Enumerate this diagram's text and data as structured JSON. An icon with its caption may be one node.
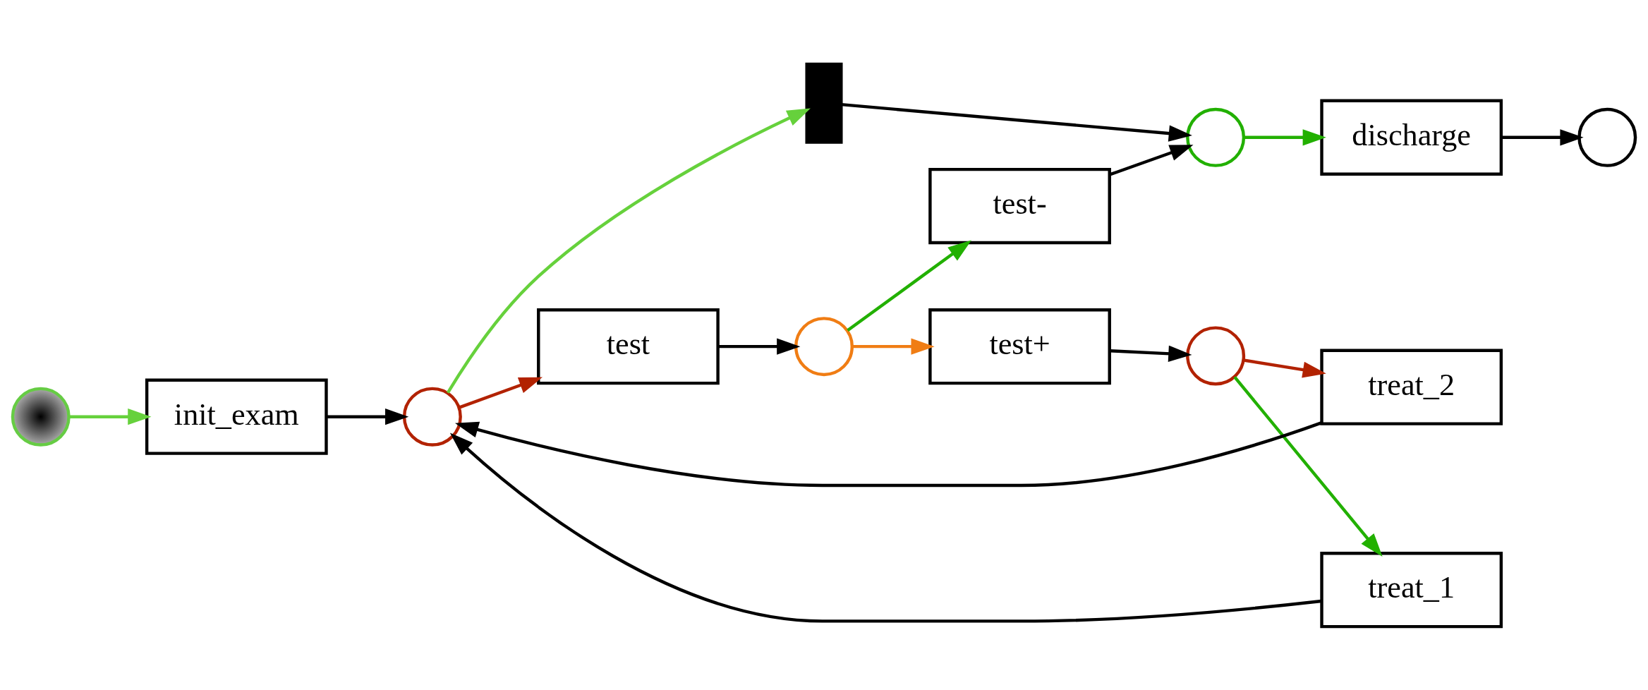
{
  "diagram": {
    "nodes": [
      {
        "text": [],
        "shape": "circle"
      },
      {
        "text": [
          "init_exam"
        ]
      },
      {
        "text": [],
        "shape": "circle"
      },
      {
        "text": [],
        "shape": "bar"
      },
      {
        "text": [
          "test"
        ]
      },
      {
        "text": [],
        "shape": "circle"
      },
      {
        "text": [
          "test-"
        ]
      },
      {
        "text": [],
        "shape": "circle"
      },
      {
        "text": [
          "discharge"
        ]
      },
      {
        "text": [],
        "shape": "circle"
      },
      {
        "text": [
          "test+"
        ]
      },
      {
        "text": [],
        "shape": "circle"
      },
      {
        "text": [
          "treat_2"
        ]
      },
      {
        "text": [
          "treat_1"
        ]
      }
    ],
    "edges": [
      {
        "from": 0,
        "to": 1,
        "arrow": "to",
        "color": "#66d13c"
      },
      {
        "from": 1,
        "to": 2,
        "arrow": "to"
      },
      {
        "from": 2,
        "to": 3,
        "arrow": "to",
        "color": "#66d13c"
      },
      {
        "from": 2,
        "to": 4,
        "arrow": "to",
        "color": "#b22200"
      },
      {
        "from": 3,
        "to": 7,
        "arrow": "to"
      },
      {
        "from": 4,
        "to": 5,
        "arrow": "to"
      },
      {
        "from": 5,
        "to": 6,
        "arrow": "to",
        "color": "#22b000"
      },
      {
        "from": 5,
        "to": 10,
        "arrow": "to",
        "color": "#f07d14"
      },
      {
        "from": 6,
        "to": 7,
        "arrow": "to"
      },
      {
        "from": 7,
        "to": 8,
        "arrow": "to",
        "color": "#22b000"
      },
      {
        "from": 8,
        "to": 9,
        "arrow": "to"
      },
      {
        "from": 10,
        "to": 11,
        "arrow": "to"
      },
      {
        "from": 11,
        "to": 12,
        "arrow": "to",
        "color": "#b22200"
      },
      {
        "from": 11,
        "to": 13,
        "arrow": "to",
        "color": "#22b000"
      },
      {
        "from": 12,
        "to": 2,
        "arrow": "to"
      },
      {
        "from": 13,
        "to": 2,
        "arrow": "to"
      }
    ]
  }
}
